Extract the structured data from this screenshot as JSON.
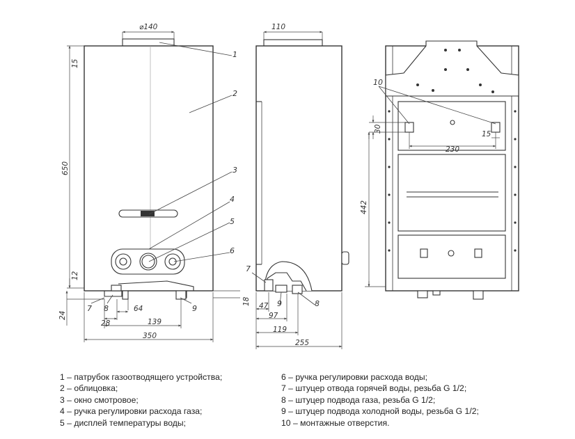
{
  "front_view": {
    "dim_diameter": "⌀140",
    "dim_top": "15",
    "dim_height": "650",
    "dim_bottom": "12",
    "dim_below": "24",
    "dim_28": "28",
    "dim_64": "64",
    "dim_139": "139",
    "dim_width": "350",
    "callouts": [
      "1",
      "2",
      "3",
      "4",
      "5",
      "6",
      "7",
      "8",
      "9"
    ]
  },
  "side_view": {
    "dim_top": "110",
    "dim_18": "18",
    "dim_47": "47",
    "dim_97": "97",
    "dim_119": "119",
    "dim_depth": "255",
    "callouts": [
      "7",
      "9",
      "8"
    ]
  },
  "back_view": {
    "callout_10": "10",
    "dim_30": "30",
    "dim_15": "15",
    "dim_230": "230",
    "dim_442": "442"
  },
  "legend": {
    "left": [
      "1 – патрубок газоотводящего устройства;",
      "2 – облицовка;",
      "3 – окно смотровое;",
      "4 – ручка регулировки расхода газа;",
      "5 – дисплей температуры воды;"
    ],
    "right": [
      "6 – ручка регулировки расхода воды;",
      "7 – штуцер отвода горячей воды, резьба G 1/2;",
      "8 – штуцер подвода газа, резьба G 1/2;",
      "9 – штуцер подвода холодной воды, резьба G 1/2;",
      "10 – монтажные отверстия."
    ]
  }
}
